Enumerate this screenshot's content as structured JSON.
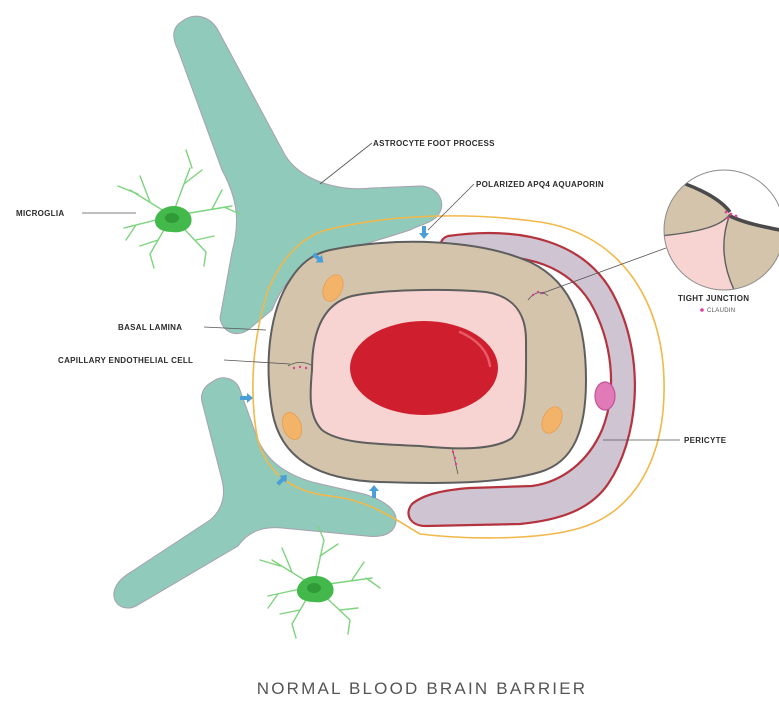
{
  "diagram": {
    "title": "NORMAL BLOOD BRAIN BARRIER",
    "labels": {
      "astrocyte_foot_process": "ASTROCYTE FOOT PROCESS",
      "polarized_apq4": "POLARIZED APQ4 AQUAPORIN",
      "microglia": "MICROGLIA",
      "basal_lamina": "BASAL LAMINA",
      "capillary_endothelial_cell": "CAPILLARY ENDOTHELIAL CELL",
      "tight_junction": "TIGHT JUNCTION",
      "claudin": "CLAUDIN",
      "pericyte": "PERICYTE"
    },
    "colors": {
      "astrocyte": "#8fcabb",
      "endothelial": "#d3c4ab",
      "lumen": "#f7d3d1",
      "red_blood_cell": "#cf1f2e",
      "pericyte": "#cfc4d2",
      "pericyte_outline": "#b5333e",
      "basal_lamina": "#f2b84a",
      "nucleus": "#f3b46a",
      "microglia": "#43b84b",
      "aquaporin_arrow": "#4a9fd8",
      "claudin": "#e0409a"
    }
  }
}
